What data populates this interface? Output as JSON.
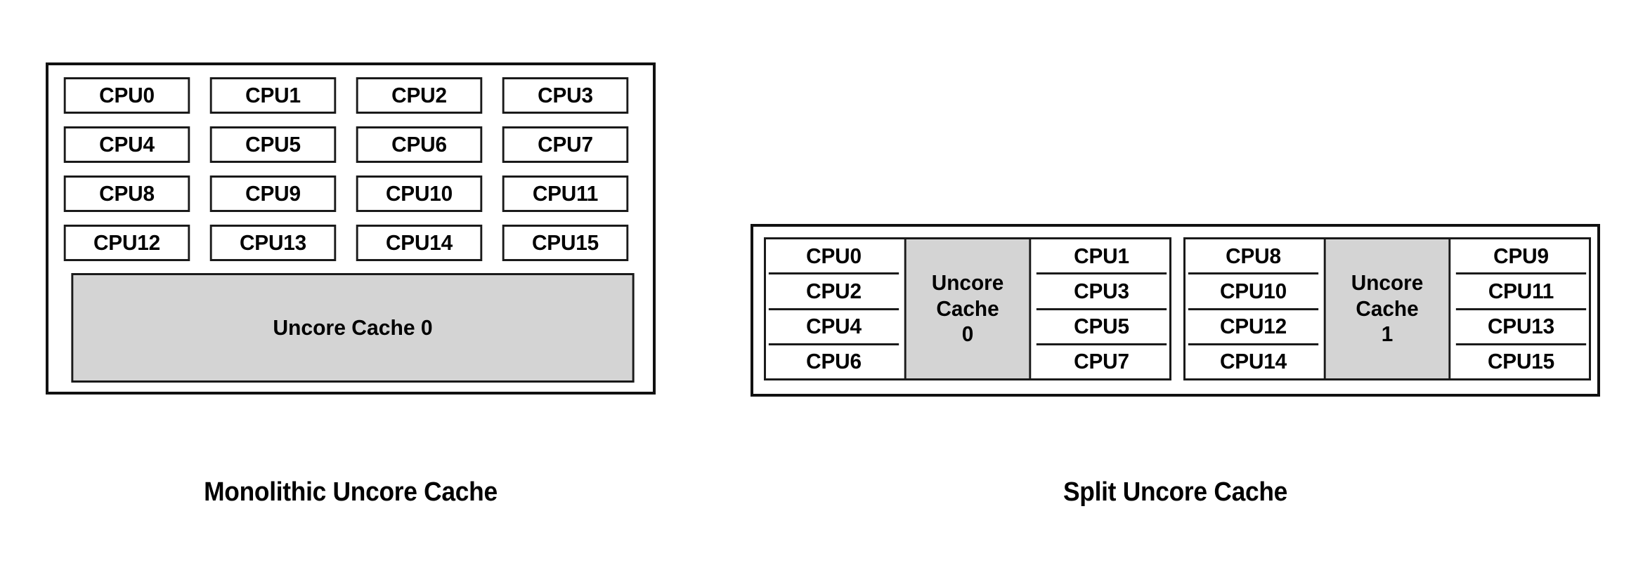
{
  "figure": {
    "background_color": "#ffffff",
    "border_color": "#111111",
    "cache_fill_color": "#d4d4d4",
    "cpu_fill_color": "#ffffff"
  },
  "panels": [
    {
      "id": "monolithic",
      "caption": "Monolithic Uncore Cache",
      "cpus": [
        "CPU0",
        "CPU1",
        "CPU2",
        "CPU3",
        "CPU4",
        "CPU5",
        "CPU6",
        "CPU7",
        "CPU8",
        "CPU9",
        "CPU10",
        "CPU11",
        "CPU12",
        "CPU13",
        "CPU14",
        "CPU15"
      ],
      "cache_label": "Uncore Cache 0"
    },
    {
      "id": "split",
      "caption": "Split Uncore Cache",
      "groups": [
        {
          "left_cpus": [
            "CPU0",
            "CPU2",
            "CPU4",
            "CPU6"
          ],
          "cache_line1": "Uncore",
          "cache_line2": "Cache",
          "cache_line3": "0",
          "right_cpus": [
            "CPU1",
            "CPU3",
            "CPU5",
            "CPU7"
          ]
        },
        {
          "left_cpus": [
            "CPU8",
            "CPU10",
            "CPU12",
            "CPU14"
          ],
          "cache_line1": "Uncore",
          "cache_line2": "Cache",
          "cache_line3": "1",
          "right_cpus": [
            "CPU9",
            "CPU11",
            "CPU13",
            "CPU15"
          ]
        }
      ]
    }
  ]
}
